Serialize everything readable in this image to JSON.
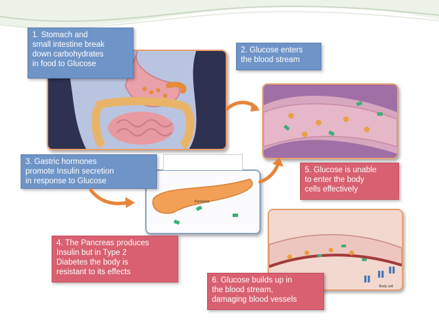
{
  "steps": [
    {
      "text": "1. Stomach and\nsmall  intestine break\ndown carbohydrates\nin food to Glucose"
    },
    {
      "text": "2. Glucose enters\nthe blood stream"
    },
    {
      "text": "3. Gastric hormones\npromote Insulin secretion\nin response to Glucose"
    },
    {
      "text": "4. The Pancreas produces\nInsulin but  in Type 2\nDiabetes  the body is\nresistant to its effects"
    },
    {
      "text": "5. Glucose is unable\nto enter the body\ncells effectively"
    },
    {
      "text": "6. Glucose  builds up in\nthe blood stream,\ndamaging blood vessels"
    }
  ],
  "images": {
    "pancreas_label": "Pancreas",
    "body_cell_label": "Body cell"
  },
  "colors": {
    "blue_box": "#6f94c7",
    "red_box": "#d86070",
    "arrow": "#e8843a",
    "panel_border": "#e8a070"
  }
}
